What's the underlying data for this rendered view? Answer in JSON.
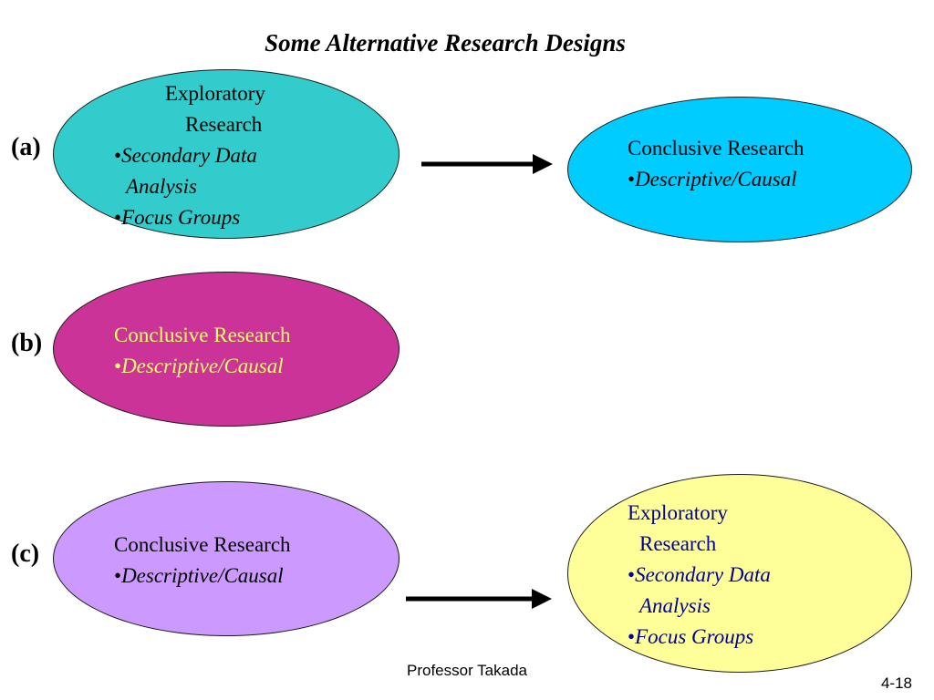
{
  "title": "Some Alternative Research Designs",
  "rows": [
    {
      "label": "(a)",
      "left": {
        "color": "#33cccc",
        "text_color": "#000000",
        "bullet_color": "#000000",
        "heading_line1": "Exploratory",
        "heading_line2": "Research",
        "items": [
          "Secondary Data",
          "Analysis",
          "Focus Groups"
        ]
      },
      "right": {
        "color": "#00ccff",
        "text_color": "#000000",
        "heading": "Conclusive Research",
        "items": [
          "Descriptive/Causal"
        ]
      }
    },
    {
      "label": "(b)",
      "left": {
        "color": "#cc3399",
        "text_color": "#ffff66",
        "heading": "Conclusive Research",
        "items": [
          "Descriptive/Causal"
        ]
      }
    },
    {
      "label": "(c)",
      "left": {
        "color": "#cc99ff",
        "text_color": "#000000",
        "heading": "Conclusive Research",
        "items": [
          "Descriptive/Causal"
        ]
      },
      "right": {
        "color": "#ffff99",
        "text_color": "#000099",
        "heading_line1": "Exploratory",
        "heading_line2": "Research",
        "items": [
          "Secondary Data",
          "Analysis",
          "Focus Groups"
        ]
      }
    }
  ],
  "footer": "Professor Takada",
  "page_number": "4-18",
  "bullet": "•"
}
